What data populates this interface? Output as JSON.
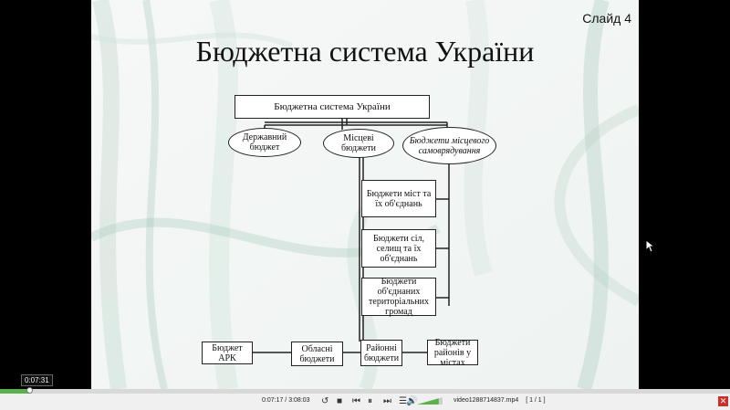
{
  "slide": {
    "number_label": "Слайд 4",
    "title": "Бюджетна система України"
  },
  "diagram": {
    "root": "Бюджетна система України",
    "state_budget": "Державний бюджет",
    "local_budgets": "Місцеві бюджети",
    "self_gov_budgets": "Бюджети місцевого самоврядування",
    "city_budgets": "Бюджети міст та їх об'єднань",
    "village_budgets": "Бюджети сіл, селищ та їх об'єднань",
    "community_budgets": "Бюджети об'єднаних територіальних громад",
    "ark_budget": "Бюджет АРК",
    "regional_budgets": "Обласні бюджети",
    "district_budgets": "Районні бюджети",
    "city_district_budgets": "Бюджети районів у містах"
  },
  "player": {
    "time_badge": "0:07:31",
    "time": "0:07:17 / 3:08:03",
    "filename": "video1288714837.mp4",
    "playlist": "[ 1 / 1 ]",
    "progress_fraction": 0.04,
    "volume_fraction": 0.85,
    "accent_color": "#5ab04b",
    "icons": [
      "loop-icon",
      "stop-icon",
      "previous-icon",
      "pause-icon",
      "next-icon",
      "menu-icon",
      "volume-icon"
    ]
  }
}
